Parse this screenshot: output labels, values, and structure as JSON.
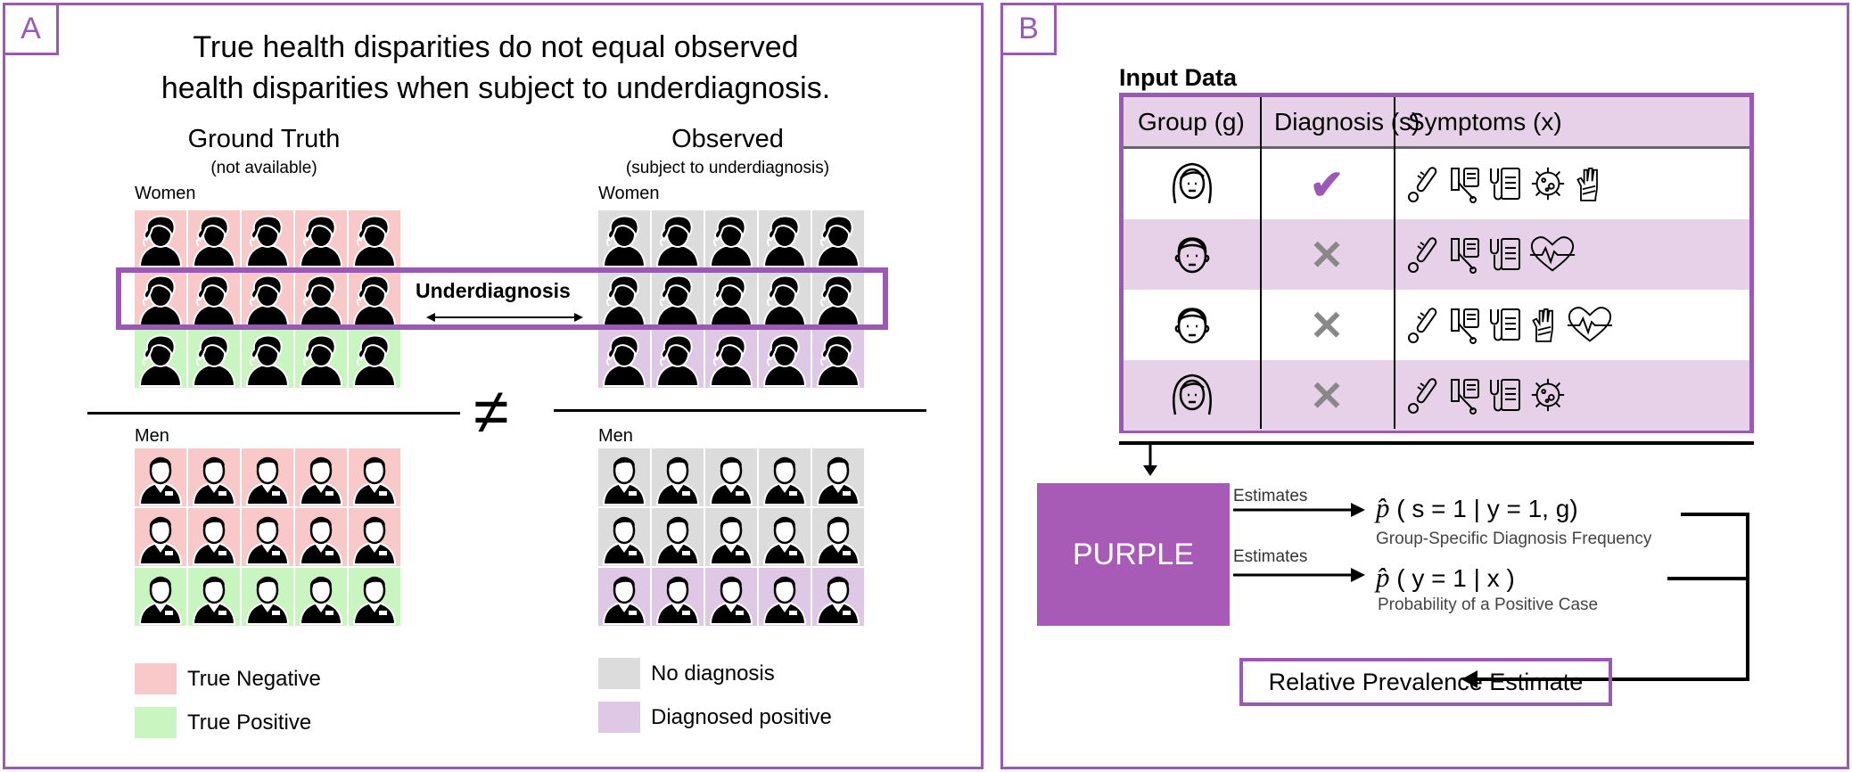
{
  "colors": {
    "accent": "#9b59b6",
    "purple_block": "#a85bb6",
    "true_negative": "#f9c8c8",
    "true_positive": "#c9f5c0",
    "no_diagnosis": "#dcdcdc",
    "diagnosed_positive": "#dec8e5",
    "table_header_bg": "#e6d1e8",
    "row_alt_bg": "#e6d1e8"
  },
  "panel_a": {
    "label": "A",
    "title_line1": "True health disparities do not equal observed",
    "title_line2": "health disparities when subject to underdiagnosis.",
    "ground_truth": {
      "heading": "Ground Truth",
      "sub": "(not available)"
    },
    "observed": {
      "heading": "Observed",
      "sub": "(subject to underdiagnosis)"
    },
    "women_label": "Women",
    "men_label": "Men",
    "underdiagnosis_label": "Underdiagnosis",
    "not_equal_symbol": "≠",
    "grids": {
      "gt_women": [
        "neg",
        "neg",
        "pos"
      ],
      "obs_women": [
        "none",
        "none",
        "diag"
      ],
      "gt_men": [
        "neg",
        "neg",
        "pos"
      ],
      "obs_men": [
        "none",
        "none",
        "diag"
      ]
    },
    "legend_left": [
      {
        "color_key": "true_negative",
        "label": "True Negative"
      },
      {
        "color_key": "true_positive",
        "label": "True Positive"
      }
    ],
    "legend_right": [
      {
        "color_key": "no_diagnosis",
        "label": "No diagnosis"
      },
      {
        "color_key": "diagnosed_positive",
        "label": "Diagnosed positive"
      }
    ]
  },
  "panel_b": {
    "label": "B",
    "input_title": "Input Data",
    "table_headers": [
      "Group (g)",
      "Diagnosis (s)",
      "Symptoms (x)"
    ],
    "rows": [
      {
        "group_icon": "woman-face-icon",
        "diagnosis": "✔",
        "symptoms": [
          "thermometer-icon",
          "blood-pressure-icon",
          "stethoscope-clipboard-icon",
          "virus-icon",
          "bandaged-hand-icon"
        ]
      },
      {
        "group_icon": "man-face-icon",
        "diagnosis": "✕",
        "symptoms": [
          "thermometer-icon",
          "blood-pressure-icon",
          "stethoscope-clipboard-icon",
          "heartbeat-icon"
        ]
      },
      {
        "group_icon": "man-face-icon",
        "diagnosis": "✕",
        "symptoms": [
          "thermometer-icon",
          "blood-pressure-icon",
          "stethoscope-clipboard-icon",
          "bandaged-hand-icon",
          "heartbeat-icon"
        ]
      },
      {
        "group_icon": "woman-face-icon",
        "diagnosis": "✕",
        "symptoms": [
          "thermometer-icon",
          "blood-pressure-icon",
          "stethoscope-clipboard-icon",
          "virus-icon"
        ]
      }
    ],
    "method_label": "PURPLE",
    "estimates_label": "Estimates",
    "estimate1_formula": "( s = 1 | y = 1, g)",
    "estimate1_caption": "Group-Specific Diagnosis Frequency",
    "estimate2_formula": "( y = 1 | x )",
    "estimate2_caption": "Probability of a Positive Case",
    "phat": "p̂",
    "result_label": "Relative Prevalence Estimate"
  }
}
